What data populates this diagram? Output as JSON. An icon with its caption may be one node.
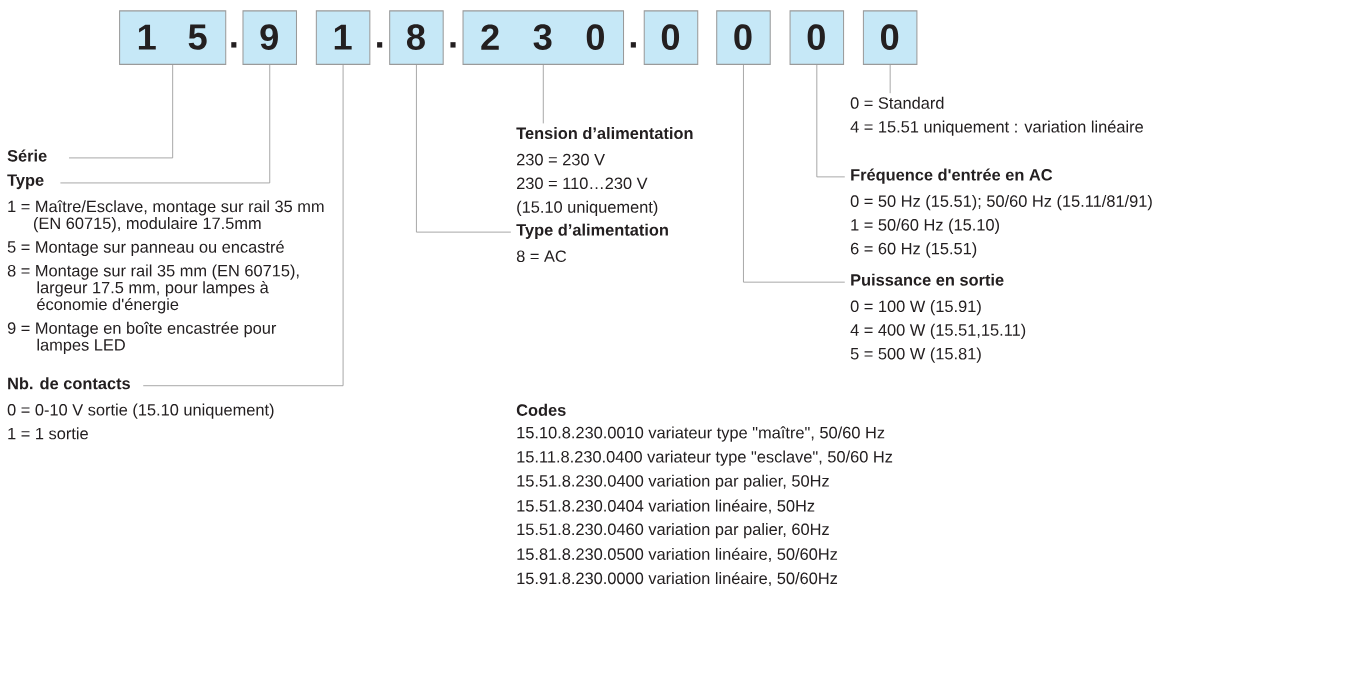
{
  "diagram": {
    "nodes": [
      {
        "text": [
          "1",
          "5"
        ]
      },
      {
        "text": [
          "9"
        ]
      },
      {
        "text": [
          "1"
        ]
      },
      {
        "text": [
          "8"
        ]
      },
      {
        "text": [
          "2",
          "3",
          "0"
        ]
      },
      {
        "text": [
          "0"
        ]
      },
      {
        "text": [
          "0"
        ]
      },
      {
        "text": [
          "0"
        ]
      },
      {
        "text": [
          "0"
        ]
      },
      {
        "text": [
          "Série"
        ]
      },
      {
        "text": [
          "Type",
          "1 = Maître/Esclave, montage sur rail 35 mm (EN 60715), modulaire 17.5mm",
          "5 = Montage sur panneau ou encastré",
          "8 = Montage sur rail 35 mm (EN 60715), largeur 17.5 mm, pour lampes à économie d'énergie",
          "9 = Montage en boîte encastrée pour lampes LED"
        ]
      },
      {
        "text": [
          "Nb. de contacts",
          "0 = 0-10 V sortie (15.10 uniquement)",
          "1 = 1 sortie"
        ]
      },
      {
        "text": [
          "Tension d’alimentation",
          "230 = 230 V",
          "230 = 110…230 V",
          "(15.10 uniquement)"
        ]
      },
      {
        "text": [
          "Type d’alimentation",
          "8 = AC"
        ]
      },
      {
        "text": [
          "0 = Standard",
          "4 = 15.51 uniquement : variation linéaire"
        ]
      },
      {
        "text": [
          "Fréquence d'entrée en AC",
          "0 = 50 Hz (15.51); 50/60 Hz (15.11/81/91)",
          "1 = 50/60 Hz (15.10)",
          "6 = 60 Hz (15.51)"
        ]
      },
      {
        "text": [
          "Puissance en sortie",
          "0 = 100 W (15.91)",
          "4 = 400 W (15.51,15.11)",
          "5 = 500 W (15.81)"
        ]
      }
    ],
    "edges": [
      {
        "from": 9,
        "to": 0,
        "arrow": "none"
      },
      {
        "from": 10,
        "to": 1,
        "arrow": "none"
      },
      {
        "from": 11,
        "to": 2,
        "arrow": "none"
      },
      {
        "from": 13,
        "to": 3,
        "arrow": "none"
      },
      {
        "from": 12,
        "to": 4,
        "arrow": "none"
      },
      {
        "from": 16,
        "to": 6,
        "arrow": "none"
      },
      {
        "from": 15,
        "to": 7,
        "arrow": "none"
      },
      {
        "from": 14,
        "to": 8,
        "arrow": "none"
      }
    ],
    "labels": [
      ".",
      ".",
      ".",
      ".",
      "Codes",
      "15.10.8.230.0010 variateur type \"maître\", 50/60 Hz",
      "15.11.8.230.0400 variateur type \"esclave\", 50/60 Hz",
      "15.51.8.230.0400 variation par palier, 50Hz",
      "15.51.8.230.0404 variation linéaire, 50Hz",
      "15.51.8.230.0460 variation par palier, 60Hz",
      "15.81.8.230.0500 variation linéaire, 50/60Hz",
      "15.91.8.230.0000 variation linéaire, 50/60Hz"
    ]
  }
}
